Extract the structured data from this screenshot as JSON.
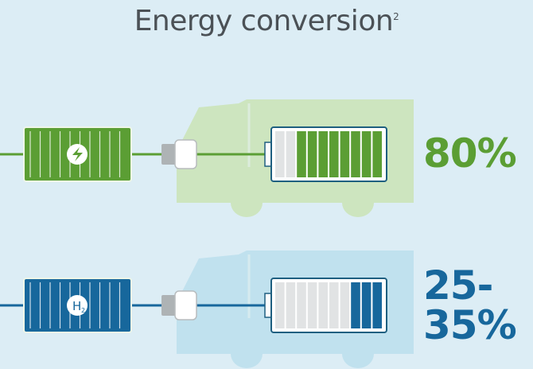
{
  "title": {
    "text": "Energy conversion",
    "footnote": "2"
  },
  "rows": [
    {
      "name": "battery-electric",
      "source_icon": "lightning-icon",
      "efficiency": "80%",
      "charge_fraction": 0.8,
      "color": "#5b9e34",
      "truck_color": "#cde5bf",
      "dark": "#4e8a2c"
    },
    {
      "name": "hydrogen",
      "source_icon": "h2-icon",
      "source_label": "H",
      "source_sub": "2",
      "efficiency": "25-35%",
      "charge_fraction": 0.3,
      "color": "#17679c",
      "truck_color": "#c0e1ee",
      "dark": "#0f5b8c"
    }
  ]
}
